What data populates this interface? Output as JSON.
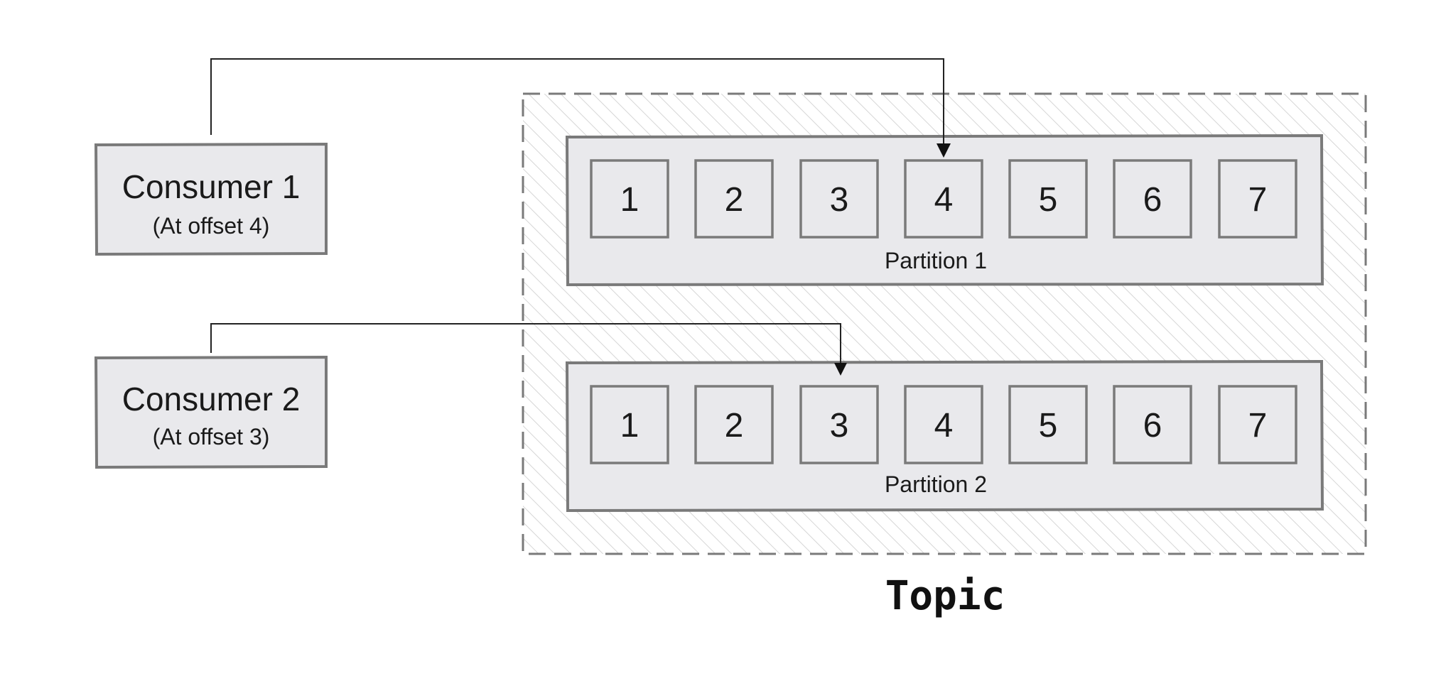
{
  "consumers": [
    {
      "name": "Consumer 1",
      "offset_label": "(At offset 4)",
      "points_to_partition": 1,
      "offset": 4
    },
    {
      "name": "Consumer 2",
      "offset_label": "(At offset 3)",
      "points_to_partition": 2,
      "offset": 3
    }
  ],
  "topic": {
    "label": "Topic",
    "partitions": [
      {
        "label": "Partition 1",
        "cells": [
          "1",
          "2",
          "3",
          "4",
          "5",
          "6",
          "7"
        ]
      },
      {
        "label": "Partition 2",
        "cells": [
          "1",
          "2",
          "3",
          "4",
          "5",
          "6",
          "7"
        ]
      }
    ]
  },
  "colors": {
    "box_fill": "#e9e9ec",
    "box_stroke": "#7a7a7a",
    "connector": "#222222",
    "topic_border": "#7a7a7a"
  }
}
